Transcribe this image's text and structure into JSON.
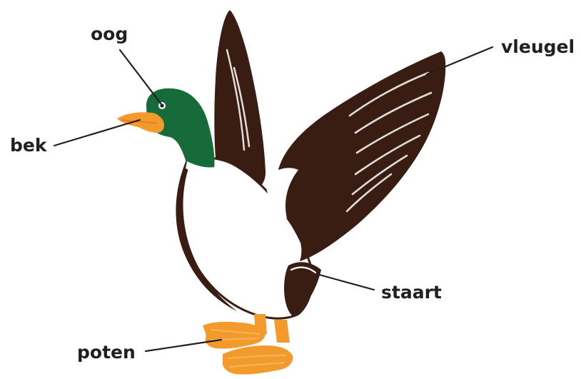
{
  "colors": {
    "wing_brown": "#3a1d12",
    "head_green": "#176b3a",
    "beak_feet_orange": "#f39a2c",
    "feet_highlight": "#f7b45a",
    "body_white": "#ffffff",
    "label_text": "#231f20"
  },
  "labels": {
    "eye": "oog",
    "wing": "vleugel",
    "beak": "bek",
    "tail": "staart",
    "feet": "poten"
  }
}
